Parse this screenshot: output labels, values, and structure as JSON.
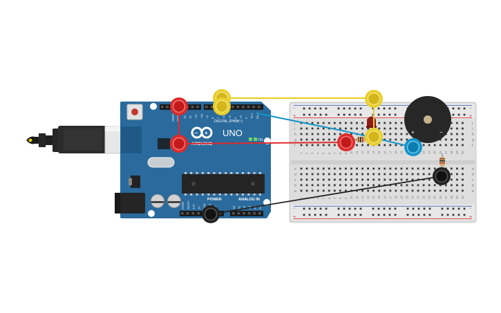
{
  "canvas": {
    "background": "#ffffff"
  },
  "arduino": {
    "brand": "ARDUINO",
    "model": "UNO",
    "digital_label": "DIGITAL (PWM~)",
    "analog_label": "ANALOG IN",
    "power_label": "POWER",
    "on_label": "ON",
    "aref_label": "AREF",
    "gnd_label": "GND",
    "tx_label": "TX",
    "rx_label": "RX",
    "power_pins": [
      "IOREF",
      "RESET",
      "3.3V",
      "5V",
      "GND",
      "GND",
      "Vin"
    ],
    "analog_pins": [
      "A0",
      "A1",
      "A2",
      "A3",
      "A4",
      "A5"
    ],
    "digital_pins": [
      "13",
      "12",
      "~11",
      "~10",
      "~9",
      "8",
      "7",
      "~6",
      "~5",
      "4",
      "~3",
      "2",
      "TX 1",
      "RX 0"
    ],
    "board_color": "#2a6a9c"
  },
  "breadboard": {
    "row_letters_top": [
      "j",
      "i",
      "h",
      "g",
      "f"
    ],
    "row_letters_bottom": [
      "e",
      "d",
      "c",
      "b",
      "a"
    ],
    "column_numbers": [
      "1",
      "2",
      "3",
      "4",
      "5",
      "6",
      "7",
      "8",
      "9",
      "10",
      "11",
      "12",
      "13",
      "14",
      "15",
      "16",
      "17",
      "18",
      "19",
      "20",
      "21",
      "22",
      "23",
      "24",
      "25",
      "26",
      "27",
      "28",
      "29",
      "30"
    ],
    "rail_plus": "+",
    "rail_minus": "−"
  },
  "buzzer": {
    "plus_label": "+",
    "minus_label": "−"
  },
  "wires": {
    "colors": {
      "yellow": "#e8cf2c",
      "red": "#e02a2a",
      "blue": "#1595c9",
      "black": "#222222"
    }
  }
}
